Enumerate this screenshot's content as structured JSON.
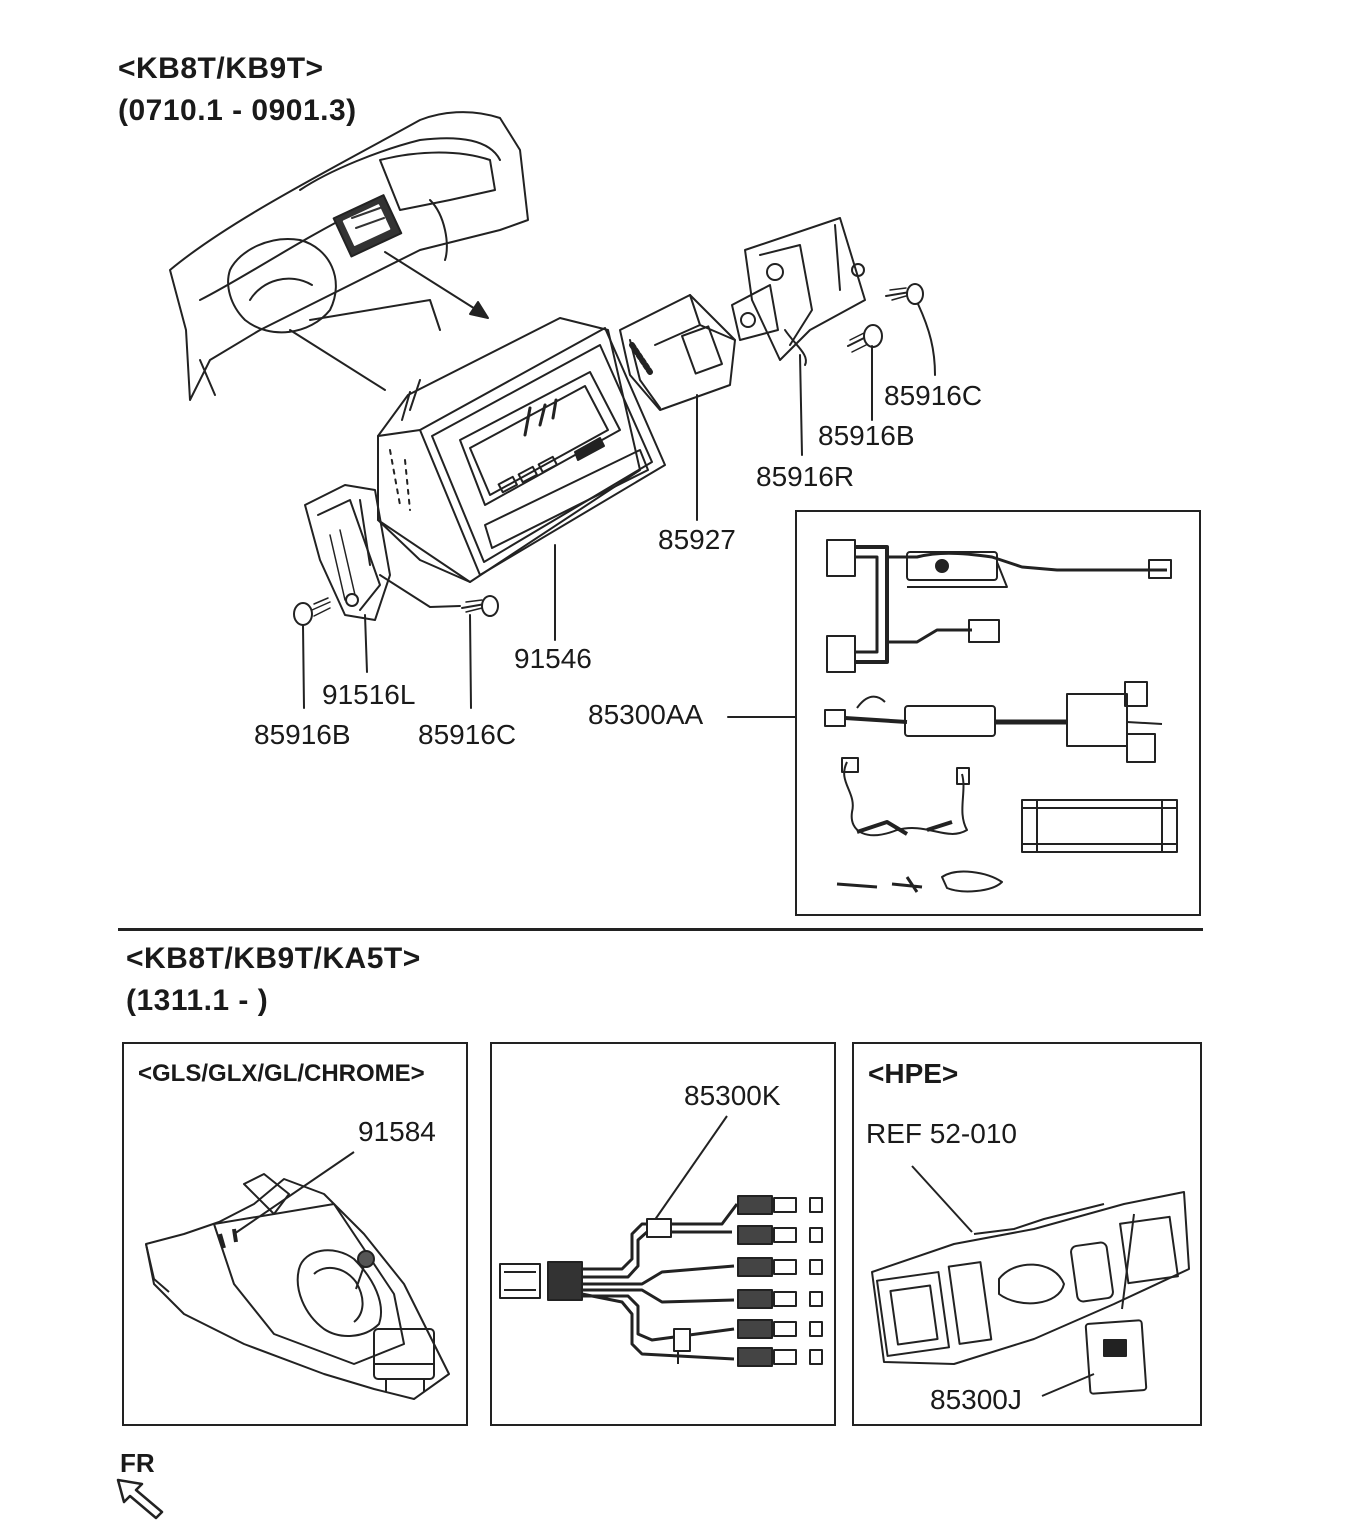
{
  "section1": {
    "title": "<KB8T/KB9T>",
    "date_range": "(0710.1 - 0901.3)"
  },
  "section1_labels": {
    "c_right": "85916C",
    "b_right": "85916B",
    "r_right": "85916R",
    "p85927": "85927",
    "p91546": "91546",
    "p91516l": "91516L",
    "b_left": "85916B",
    "c_left": "85916C",
    "p85300aa": "85300AA"
  },
  "section2": {
    "title": "<KB8T/KB9T/KA5T>",
    "date_range": "(1311.1 - )"
  },
  "panels": {
    "left": {
      "heading": "<GLS/GLX/GL/CHROME>",
      "part": "91584"
    },
    "middle": {
      "part": "85300K"
    },
    "right": {
      "heading": "<HPE>",
      "ref": "REF 52-010",
      "part": "85300J"
    }
  },
  "front_marker": {
    "text": "FR",
    "icon": "front-arrow-icon"
  }
}
